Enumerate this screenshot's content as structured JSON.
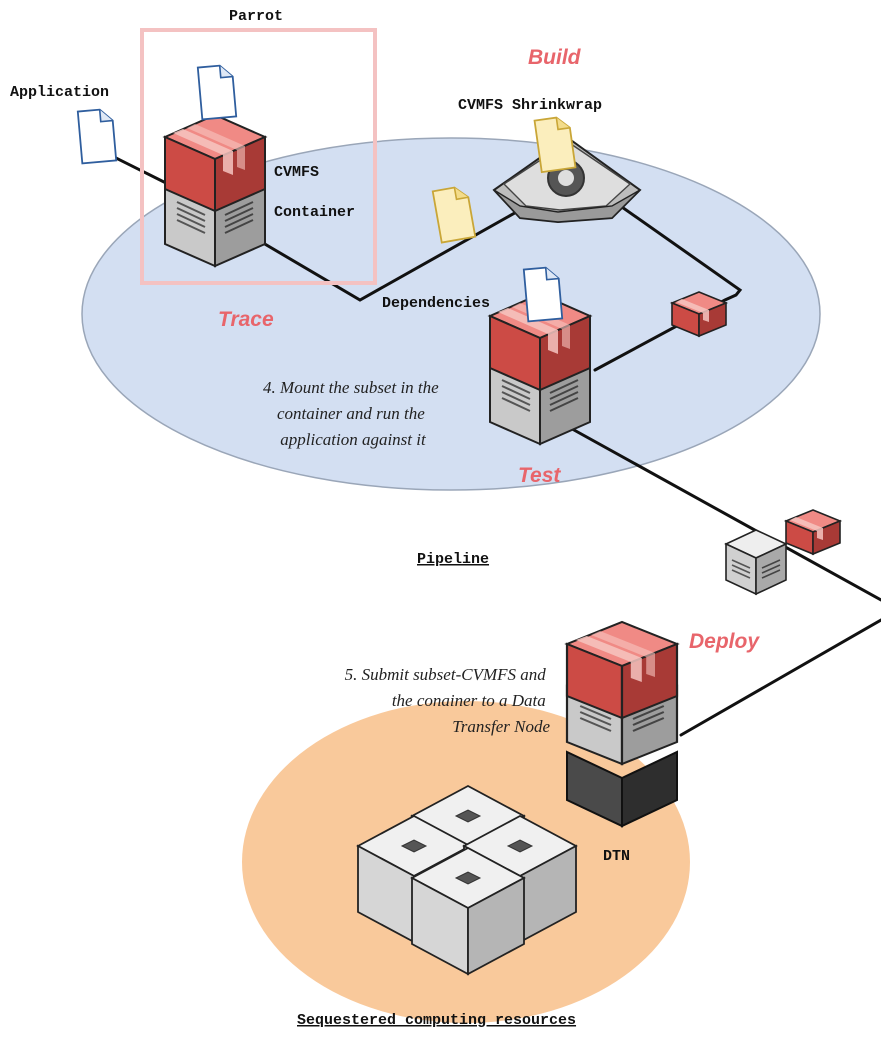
{
  "labels": {
    "parrot": "Parrot",
    "application": "Application",
    "cvmfs": "CVMFS",
    "container": "Container",
    "shrinkwrap": "CVMFS Shrinkwrap",
    "dependencies": "Dependencies",
    "pipeline": "Pipeline",
    "dtn": "DTN",
    "sequestered": "Sequestered computing resources"
  },
  "stages": {
    "build": "Build",
    "trace": "Trace",
    "test": "Test",
    "deploy": "Deploy"
  },
  "notes": {
    "step4": [
      "4. Mount the subset in the",
      "container and run the",
      "application against it"
    ],
    "step5": [
      "5. Submit subset-CVMFS and",
      "the conainer to a Data",
      "Transfer Node"
    ]
  },
  "colors": {
    "pipeline_fill": "#d3dff2",
    "resources_fill": "#f9c99b",
    "stage_label": "#e8656b",
    "parrot_frame": "#f4c2c2",
    "package_red": "#d9534f"
  }
}
